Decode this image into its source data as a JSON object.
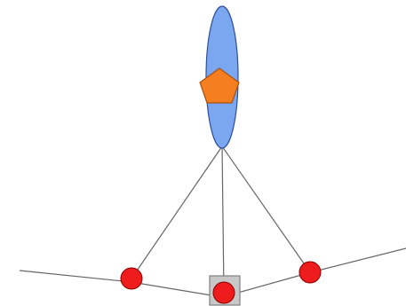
{
  "diagram": {
    "colors": {
      "background": "#ffffff",
      "line": "#666666",
      "ellipse_fill": "#7aa7ef",
      "ellipse_stroke": "#2f4f9a",
      "pentagon_fill": "#f57f20",
      "pentagon_stroke": "#a85010",
      "node_fill": "#ee1c1c",
      "node_stroke": "#8a0000",
      "square_fill": "#c8c8c8",
      "square_stroke": "#808080"
    },
    "shapes": {
      "top": "ellipse",
      "top_marker": "pentagon",
      "bottom_nodes": "circle",
      "center_box": "square"
    }
  }
}
